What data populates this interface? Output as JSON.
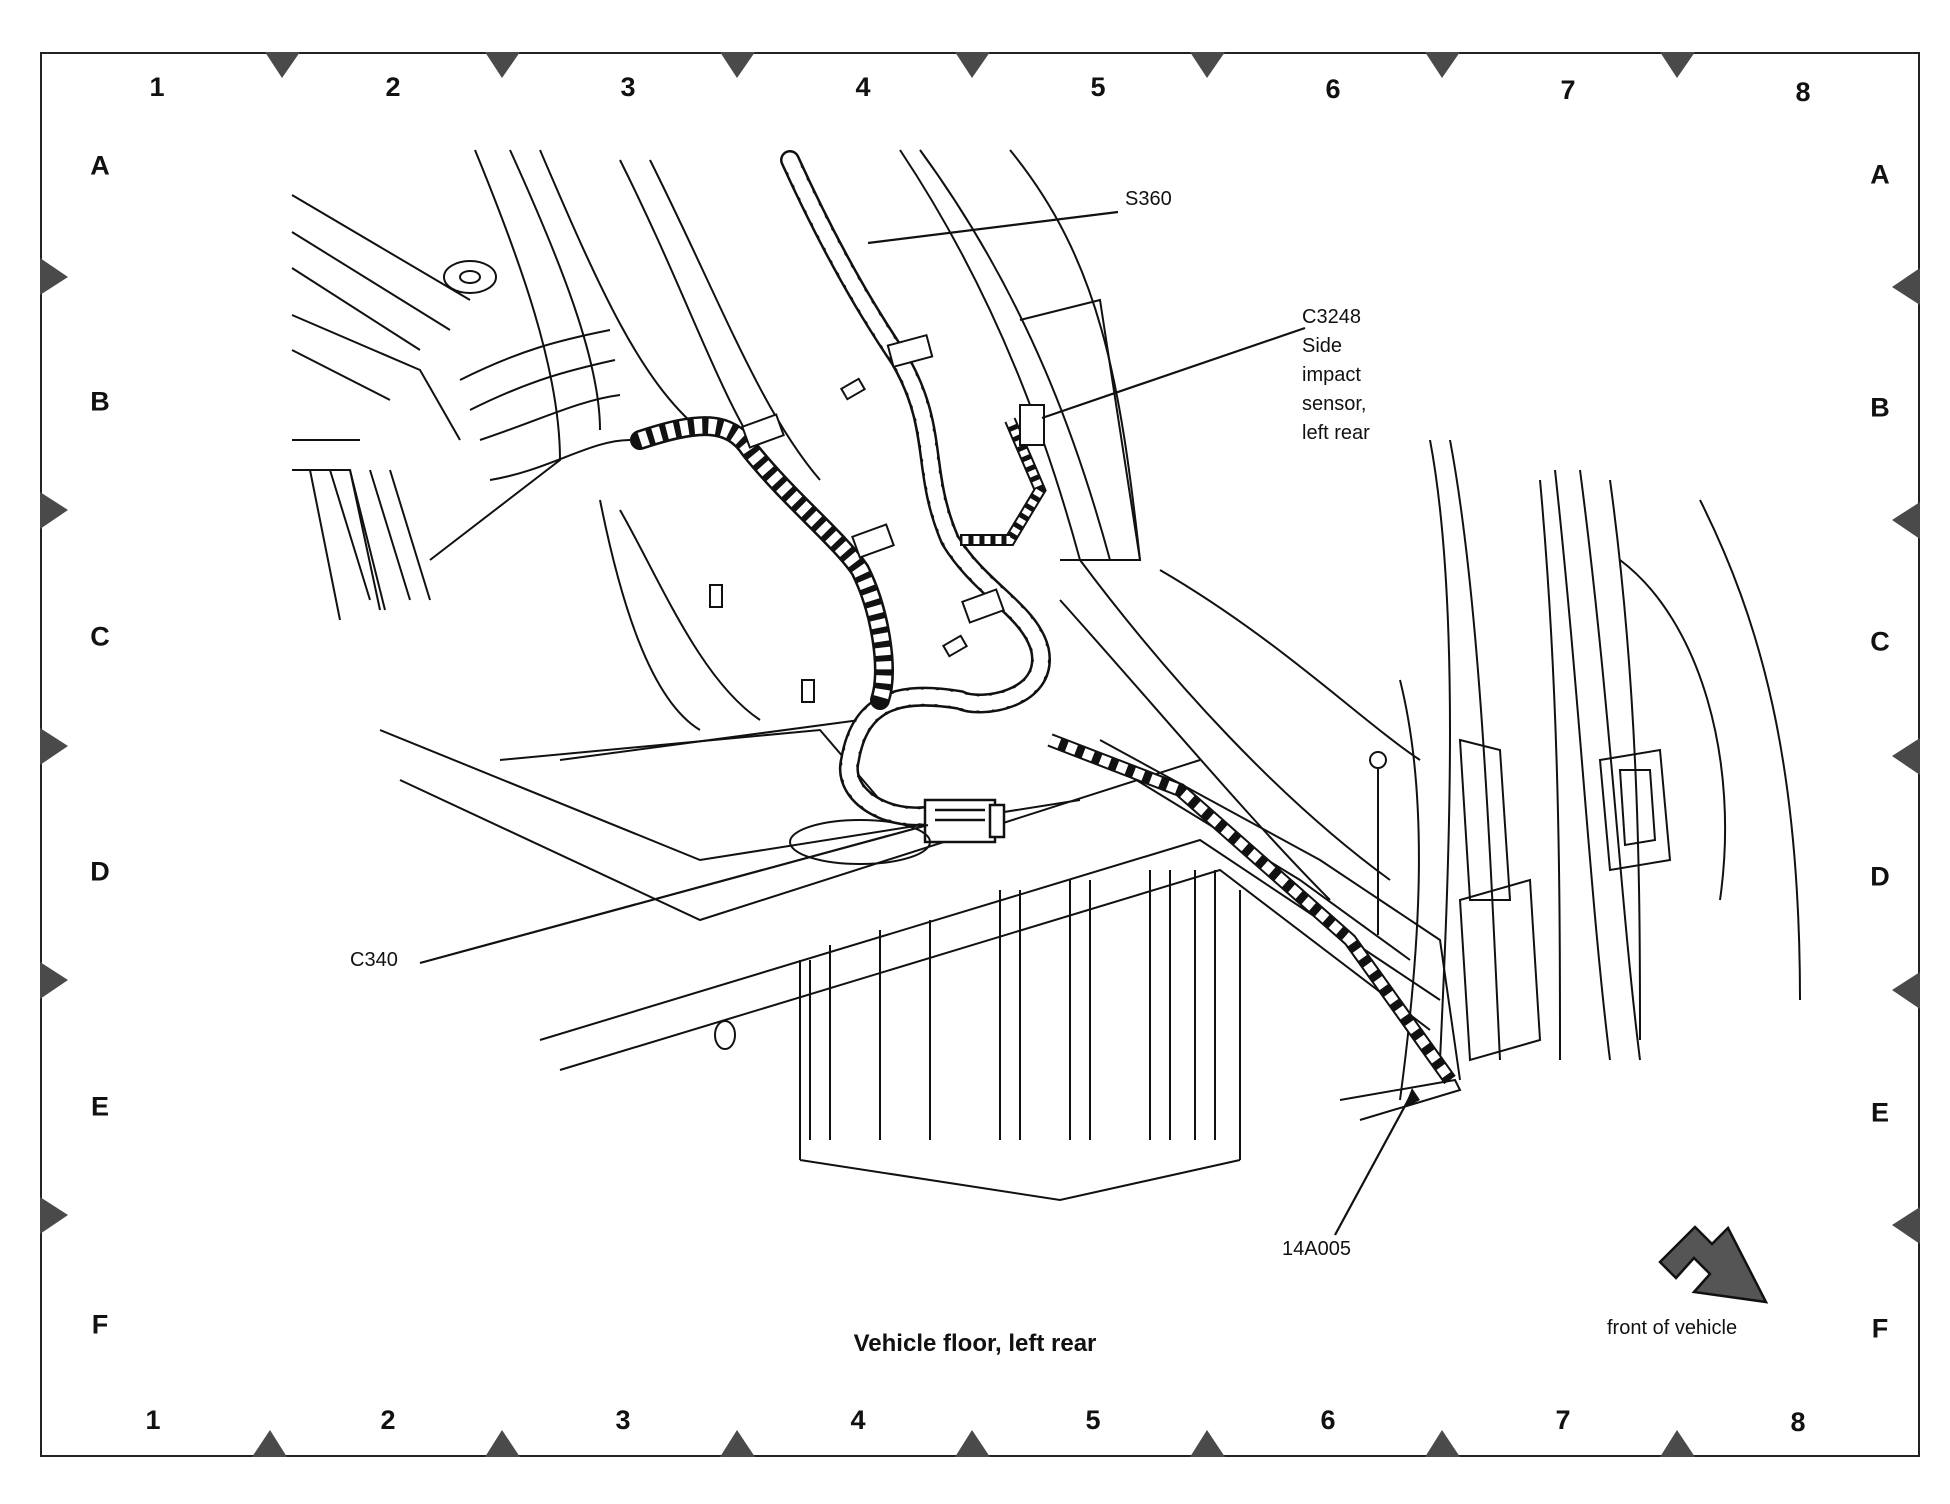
{
  "grid": {
    "columns": [
      "1",
      "2",
      "3",
      "4",
      "5",
      "6",
      "7",
      "8"
    ],
    "rows": [
      "A",
      "B",
      "C",
      "D",
      "E",
      "F"
    ]
  },
  "callouts": {
    "s360": "S360",
    "c3248": "C3248\nSide\nimpact\nsensor,\nleft rear",
    "c340": "C340",
    "part_14a005": "14A005"
  },
  "caption": "Vehicle floor, left rear",
  "orientation_label": "front of vehicle",
  "colors": {
    "line": "#111111",
    "marker": "#4a4a4a",
    "arrow_fill": "#555555"
  }
}
